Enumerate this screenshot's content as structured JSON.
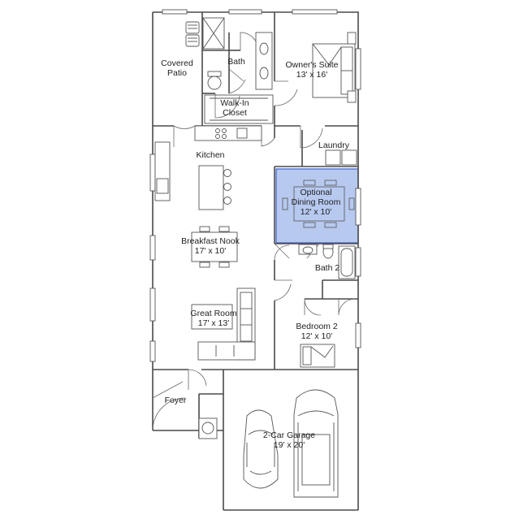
{
  "colors": {
    "highlight_fill": "#b7c9ef",
    "highlight_stroke": "#3a5fd0",
    "wall": "#4a4a4a"
  },
  "rooms": {
    "covered_patio": {
      "name_line1": "Covered",
      "name_line2": "Patio"
    },
    "bath": {
      "name": "Bath"
    },
    "owners_suite": {
      "name": "Owner's Suite",
      "size": "13' x 16'"
    },
    "walk_in_closet": {
      "name_line1": "Walk-In",
      "name_line2": "Closet"
    },
    "kitchen": {
      "name": "Kitchen"
    },
    "laundry": {
      "name": "Laundry"
    },
    "optional_dining": {
      "name_line1": "Optional",
      "name_line2": "Dining Room",
      "size": "12' x 10'"
    },
    "breakfast_nook": {
      "name": "Breakfast Nook",
      "size": "17' x 10'"
    },
    "bath_2": {
      "name": "Bath 2"
    },
    "great_room": {
      "name": "Great Room",
      "size": "17' x 13'"
    },
    "bedroom_2": {
      "name": "Bedroom 2",
      "size": "12' x 10'"
    },
    "foyer": {
      "name": "Foyer"
    },
    "garage": {
      "name": "2-Car Garage",
      "size": "19' x 20'"
    }
  }
}
